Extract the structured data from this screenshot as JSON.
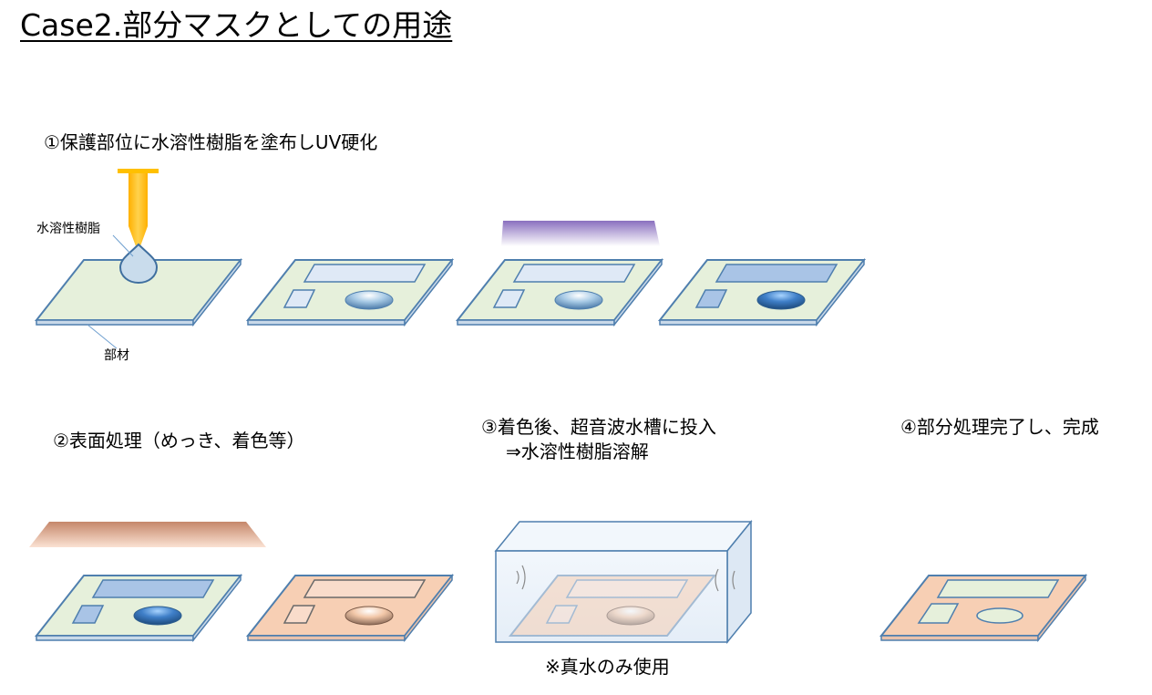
{
  "title": "Case2.部分マスクとしての用途",
  "steps": [
    {
      "label": "①保護部位に水溶性樹脂を塗布しUV硬化"
    },
    {
      "label": "②表面処理（めっき、着色等）"
    },
    {
      "label_line1": "③着色後、超音波水槽に投入",
      "label_line2": "⇒水溶性樹脂溶解"
    },
    {
      "label": "④部分処理完了し、完成"
    }
  ],
  "callouts": {
    "resin": "水溶性樹脂",
    "member": "部材",
    "uv": "UV",
    "note": "※真水のみ使用"
  },
  "colors": {
    "plate_green": "#e6f0db",
    "plate_peach": "#f7cfb4",
    "edge_blue": "#4f7fae",
    "uv_purple": "#9a84c4",
    "nozzle_yellow": "#ffc000",
    "coating_brown": "#c88b6e"
  }
}
